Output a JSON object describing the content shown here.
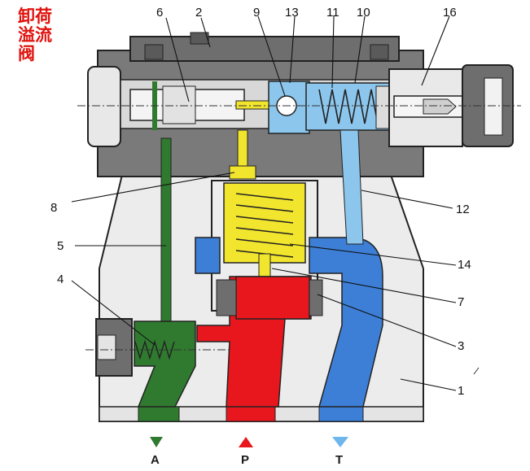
{
  "title": {
    "line1": "卸荷",
    "line2": "溢流",
    "line3": "阀"
  },
  "labels": [
    "6",
    "2",
    "9",
    "13",
    "11",
    "10",
    "16",
    "8",
    "12",
    "5",
    "14",
    "4",
    "7",
    "3",
    "1"
  ],
  "ports": {
    "a": "A",
    "p": "P",
    "t": "T"
  },
  "colors": {
    "body": "#6f6f6f",
    "body_light": "#9a9a9a",
    "cover": "#ededed",
    "pressure_red": "#e8171d",
    "pilot_yellow": "#f2e52e",
    "control_green": "#2f7a2f",
    "return_blue": "#3d7fd6",
    "drain_lightblue": "#8cc6ec"
  }
}
